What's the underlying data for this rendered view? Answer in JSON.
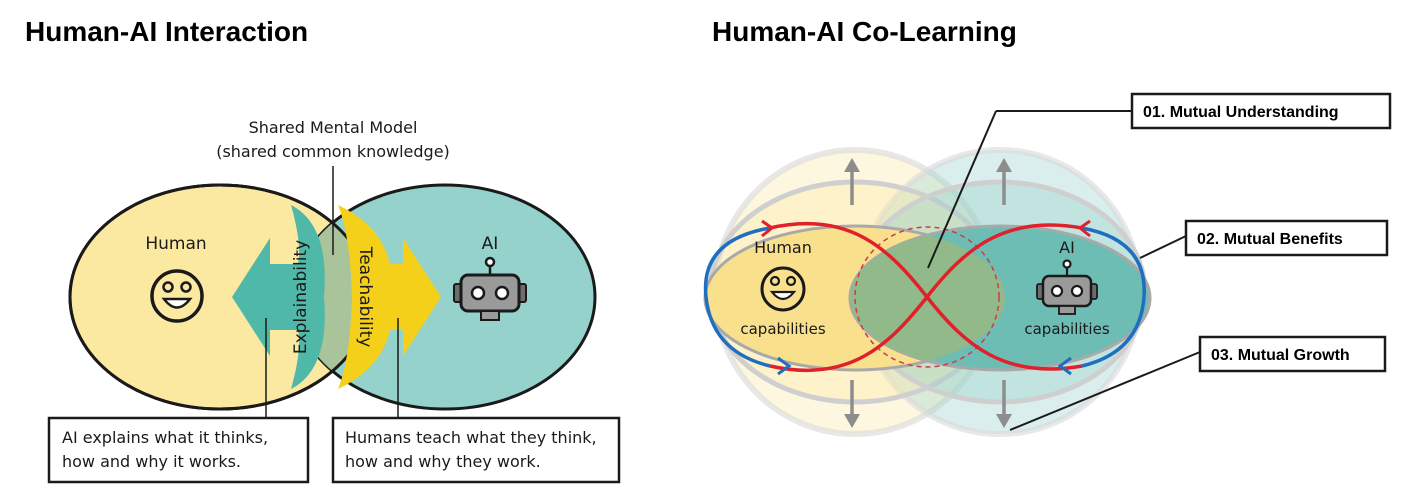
{
  "left_panel": {
    "title": "Human-AI Interaction",
    "smm_line1": "Shared Mental Model",
    "smm_line2": "(shared common knowledge)",
    "human_label": "Human",
    "ai_label": "AI",
    "explain_label": "Explainability",
    "teach_label": "Teachability",
    "box_left_line1": "AI explains what it thinks,",
    "box_left_line2": "how and why it works.",
    "box_right_line1": "Humans teach what they think,",
    "box_right_line2": "how and why they work."
  },
  "right_panel": {
    "title": "Human-AI Co-Learning",
    "human_label": "Human",
    "ai_label": "AI",
    "human_caption": "capabilities",
    "ai_caption": "capabilities",
    "callout1": "01. Mutual Understanding",
    "callout2": "02. Mutual Benefits",
    "callout3": "03. Mutual Growth"
  },
  "colors": {
    "human_fill": "#fbe9a2",
    "ai_fill": "#94d2cb",
    "overlap_fill": "#a9c49a",
    "explain_arrow": "#4fb8a8",
    "teach_arrow": "#f5d01a",
    "loop_red": "#e0202a",
    "loop_blue": "#1f6fc0",
    "robot_gray": "#9a9a9a"
  },
  "icons": [
    "smiley-face-icon",
    "robot-icon"
  ]
}
